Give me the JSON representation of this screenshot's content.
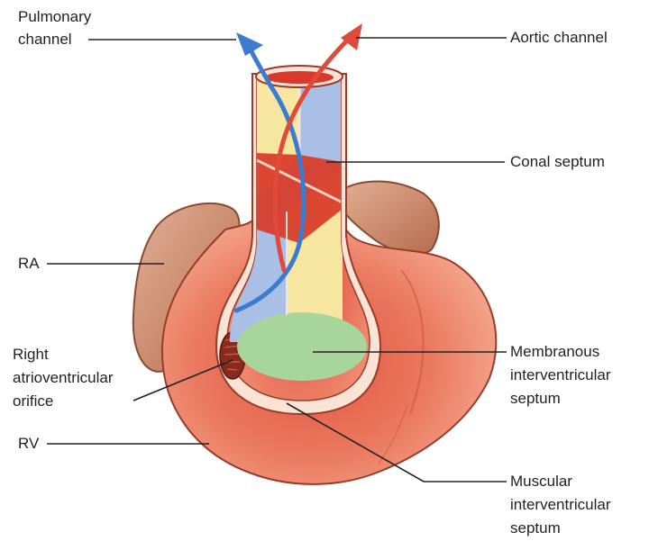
{
  "labels": {
    "pulmonary_line1": "Pulmonary",
    "pulmonary_line2": "channel",
    "aortic": "Aortic channel",
    "conal": "Conal septum",
    "ra": "RA",
    "rav_line1": "Right",
    "rav_line2": "atrioventricular",
    "rav_line3": "orifice",
    "rv": "RV",
    "membranous_line1": "Membranous",
    "membranous_line2": "interventricular",
    "membranous_line3": "septum",
    "muscular_line1": "Muscular",
    "muscular_line2": "interventricular",
    "muscular_line3": "septum"
  },
  "colors": {
    "pulmonary_channel": "#a9bfe6",
    "aortic_channel": "#f7e6a0",
    "conal_septum": "#d93a28",
    "membranous_septum": "#a8d59b",
    "ventricle": "#e8745c",
    "atrium": "#c98a6c",
    "pulmonary_flow_arrow": "#3b7bd0",
    "aortic_flow_arrow": "#d93a3a"
  }
}
